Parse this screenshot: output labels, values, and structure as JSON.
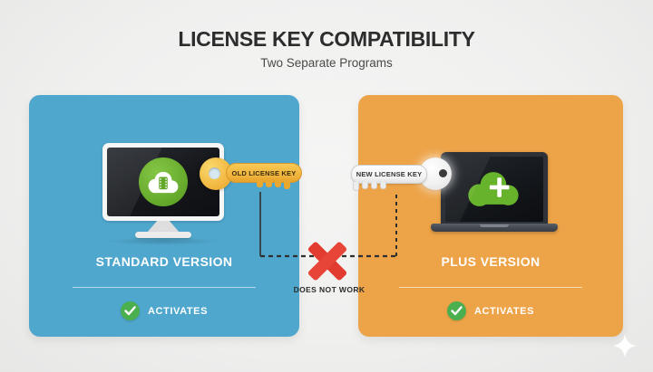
{
  "header": {
    "title": "LICENSE KEY COMPATIBILITY",
    "subtitle": "Two Separate Programs"
  },
  "cards": {
    "standard": {
      "title": "STANDARD VERSION",
      "activates_label": "ACTIVATES",
      "key_label": "OLD LICENSE KEY",
      "background_color": "#4FA7CD",
      "device_icon": "desktop-monitor-cloud-video-icon",
      "key_icon": "gold-key-icon",
      "key_color": "#F2BC47"
    },
    "plus": {
      "title": "PLUS VERSION",
      "activates_label": "ACTIVATES",
      "key_label": "NEW LICENSE KEY",
      "background_color": "#EDA347",
      "device_icon": "laptop-cloud-plus-icon",
      "key_icon": "silver-key-icon",
      "key_color": "#F2F2F2"
    }
  },
  "connector": {
    "label": "DOES NOT WORK",
    "x_color": "#E23B30",
    "line_color": "#2F2F2F"
  },
  "colors": {
    "background": "#F1F1F0",
    "title_text": "#2D2D2D",
    "subtitle_text": "#4A4A4A",
    "card_text": "#FFFFFF",
    "check_green": "#4BAE4F",
    "icon_green": "#64A82A",
    "sparkle": "#FFFFFF"
  }
}
